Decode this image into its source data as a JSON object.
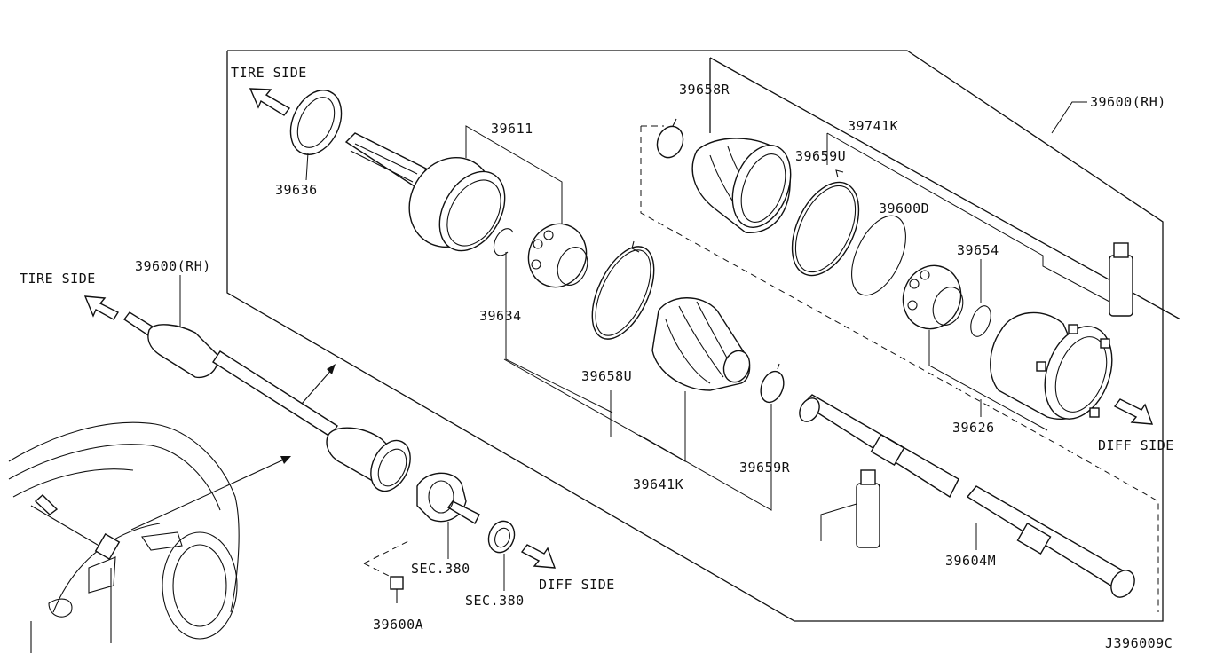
{
  "diagram": {
    "labels": {
      "tire_side_upper": "TIRE SIDE",
      "tire_side_left": "TIRE SIDE",
      "diff_side_right": "DIFF SIDE",
      "diff_side_lower": "DIFF SIDE",
      "shaft_assembly_rh_top": "39600(RH)",
      "shaft_assembly_rh_left": "39600(RH)",
      "joint_outer": "39611",
      "seal_ring": "39636",
      "snap_ring": "39634",
      "band_outer": "39658U",
      "boot_outer": "39641K",
      "band_small": "39659R",
      "band_inner": "39658R",
      "boot_inner_band": "39659U",
      "boot_inner": "39741K",
      "circlip": "39600D",
      "snap_ring_inner": "39654",
      "joint_inner": "39626",
      "shaft": "39604M",
      "bolt": "39600A",
      "section_flange": "SEC.380",
      "section_seal": "SEC.380",
      "drawing_number": "J396009C"
    }
  }
}
